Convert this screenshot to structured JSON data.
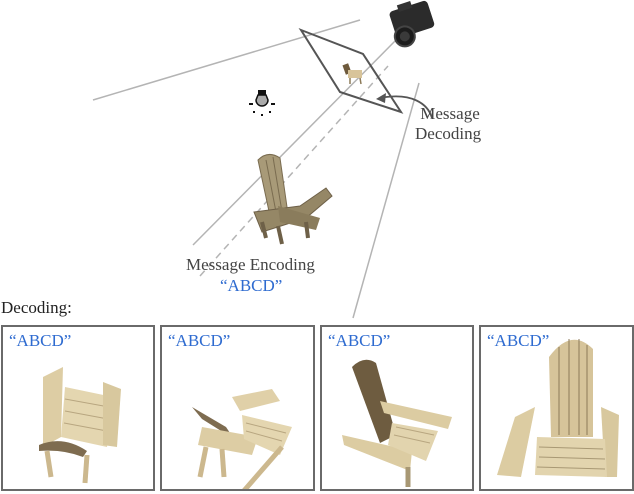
{
  "scene": {
    "decoding_label_lines": [
      "Message",
      "Decoding"
    ],
    "encoding_label": "Message Encoding",
    "encoded_message": "“ABCD”",
    "icons": [
      "camera-icon",
      "light-bulb-icon",
      "image-plane",
      "chair-object"
    ]
  },
  "results": {
    "title": "Decoding:",
    "panels": [
      {
        "message": "“ABCD”",
        "view": "top-down rotated"
      },
      {
        "message": "“ABCD”",
        "view": "tilted side"
      },
      {
        "message": "“ABCD”",
        "view": "three-quarter"
      },
      {
        "message": "“ABCD”",
        "view": "front close-up"
      }
    ]
  },
  "colors": {
    "message_blue": "#2e6bd0",
    "ray_gray": "#b4b4b4",
    "frame_gray": "#555555",
    "wood": "#d9c9a0",
    "wood_dark": "#8c7a58"
  }
}
